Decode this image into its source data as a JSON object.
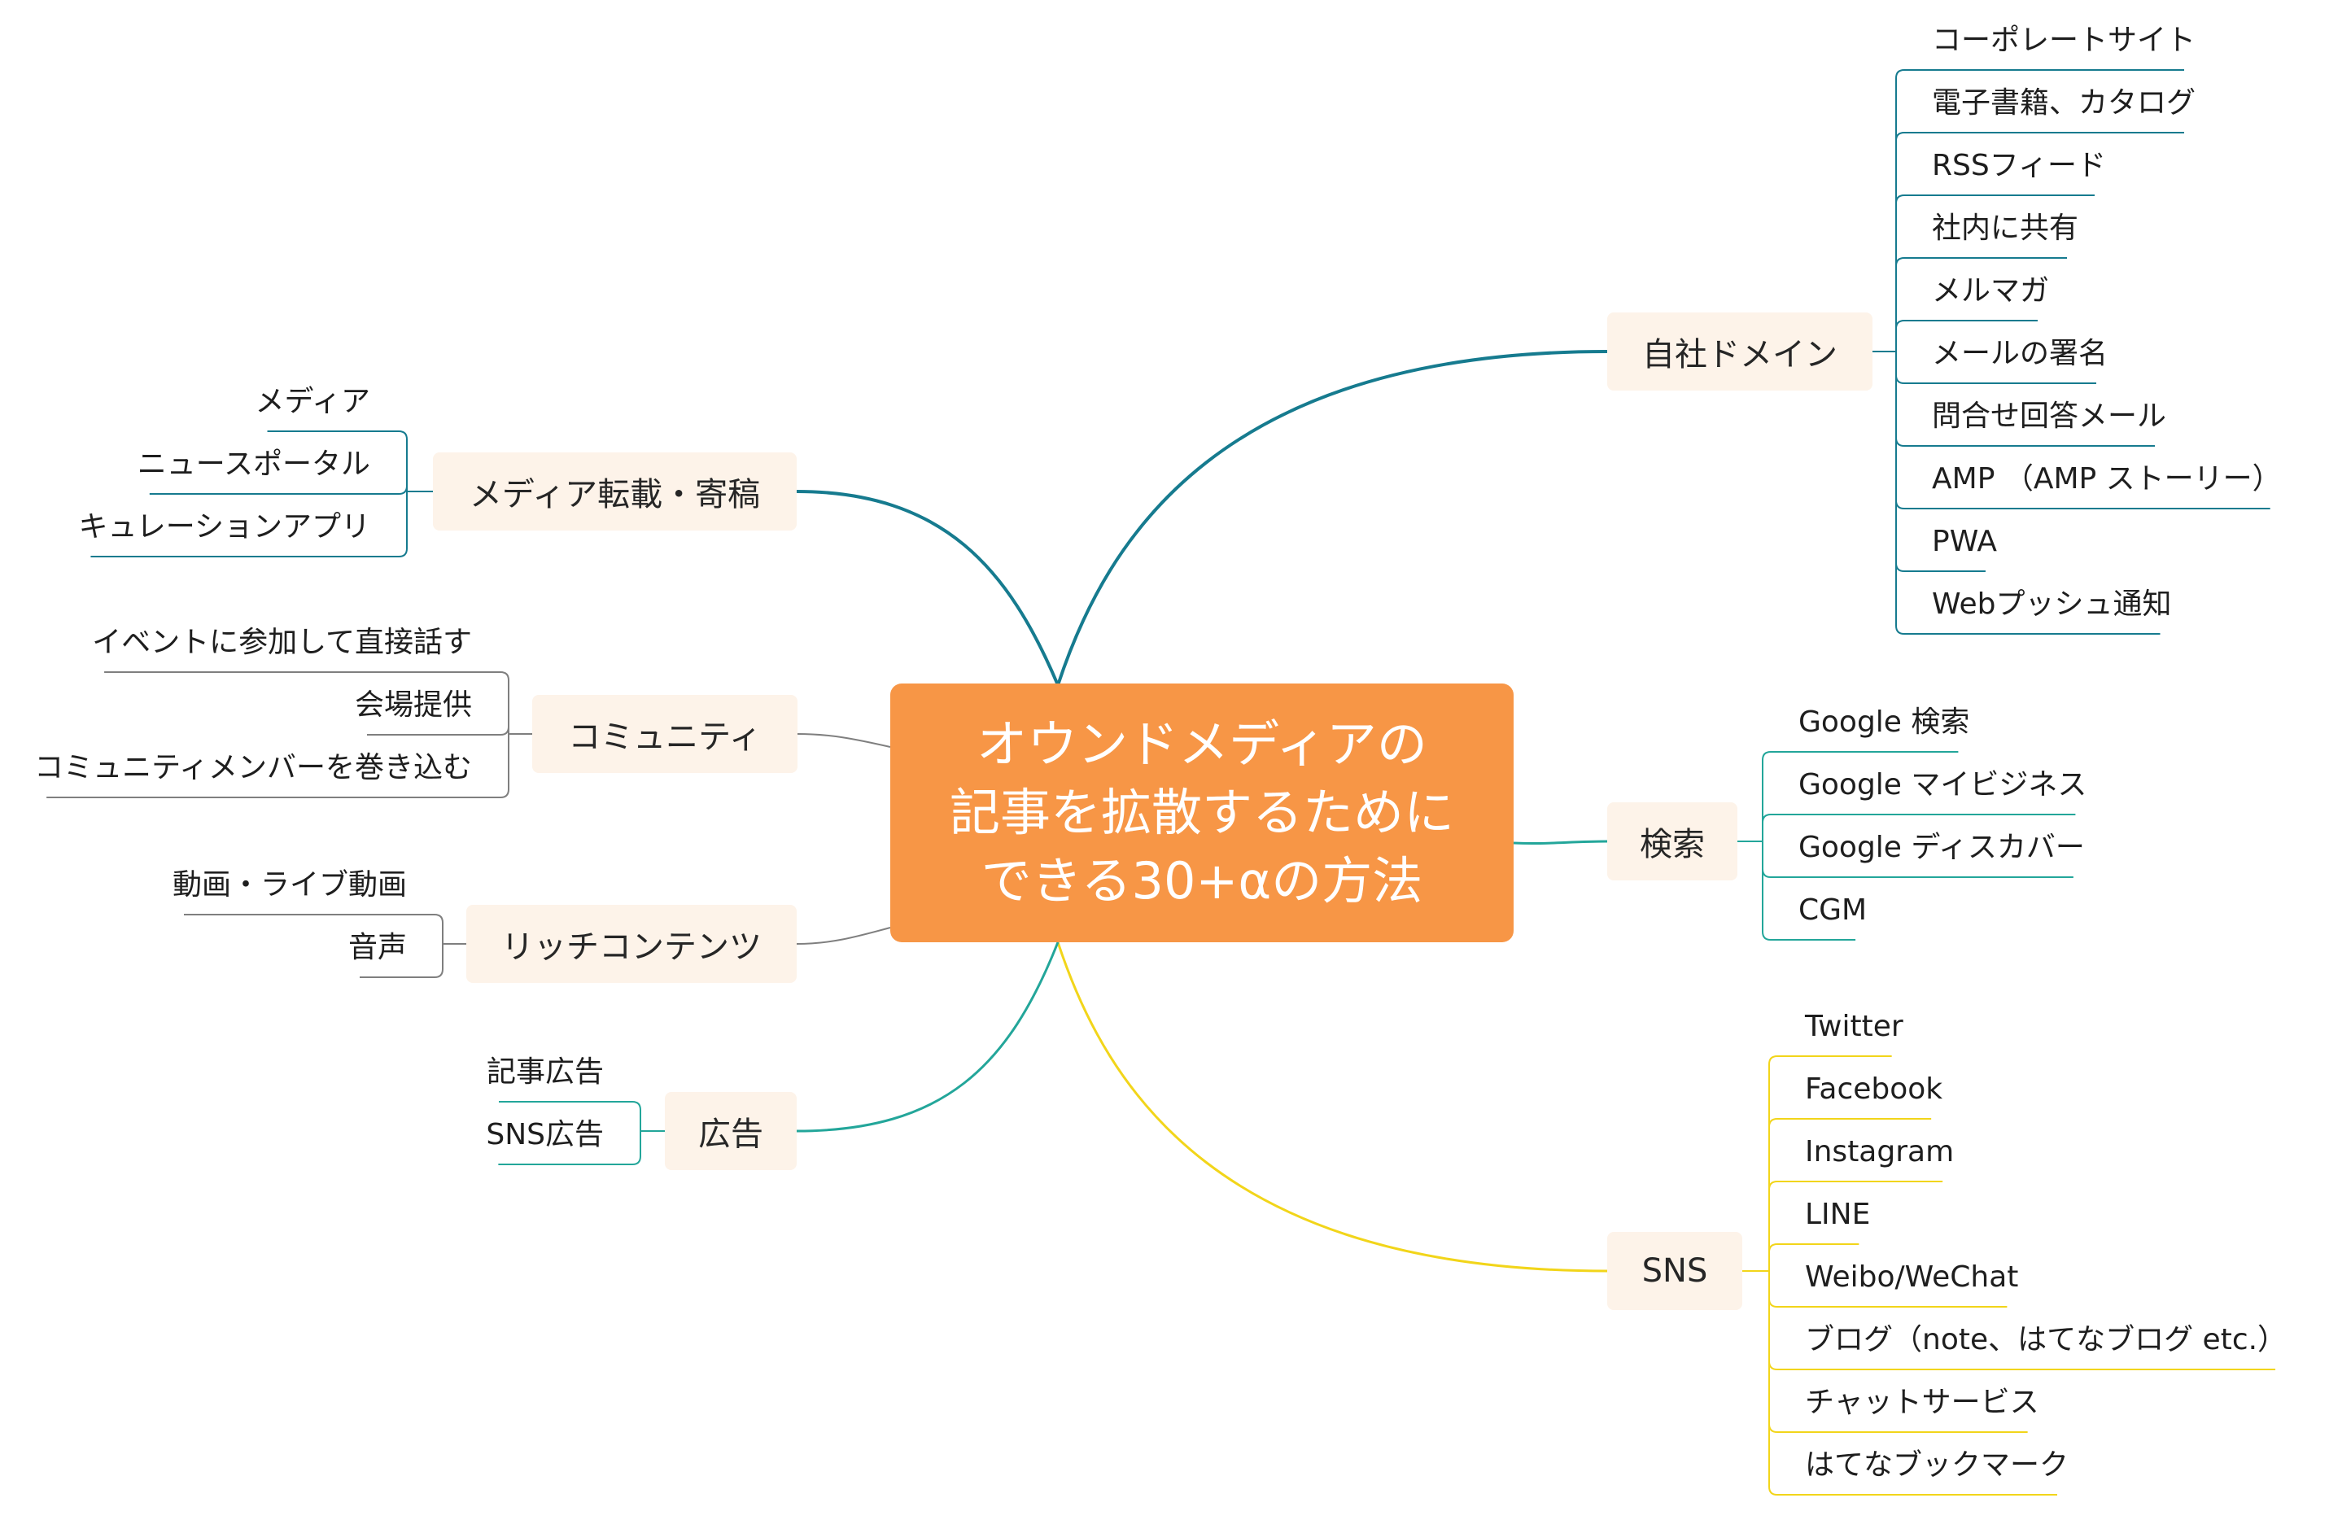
{
  "root": {
    "lines": [
      "オウンドメディアの",
      "記事を拡散するために",
      "できる30+αの方法"
    ],
    "color": "#f79646"
  },
  "branches": {
    "jisha": {
      "label": "自社ドメイン",
      "color": "#167b8f",
      "items": [
        "コーポレートサイト",
        "電子書籍、カタログ",
        "RSSフィード",
        "社内に共有",
        "メルマガ",
        "メールの署名",
        "問合せ回答メール",
        "AMP （AMP ストーリー）",
        "PWA",
        "Webプッシュ通知"
      ]
    },
    "kensaku": {
      "label": "検索",
      "color": "#23a69a",
      "items": [
        "Google 検索",
        "Google マイビジネス",
        "Google ディスカバー",
        "CGM"
      ]
    },
    "sns": {
      "label": "SNS",
      "color": "#f2d51a",
      "items": [
        "Twitter",
        "Facebook",
        "Instagram",
        "LINE",
        "Weibo/WeChat",
        "ブログ（note、はてなブログ etc.）",
        "チャットサービス",
        "はてなブックマーク"
      ]
    },
    "media": {
      "label": "メディア転載・寄稿",
      "color": "#167b8f",
      "items": [
        "メディア",
        "ニュースポータル",
        "キュレーションアプリ"
      ]
    },
    "community": {
      "label": "コミュニティ",
      "color": "#7f7f7f",
      "items": [
        "イベントに参加して直接話す",
        "会場提供",
        "コミュニティメンバーを巻き込む"
      ]
    },
    "rich": {
      "label": "リッチコンテンツ",
      "color": "#7f7f7f",
      "items": [
        "動画・ライブ動画",
        "音声"
      ]
    },
    "koukoku": {
      "label": "広告",
      "color": "#23a69a",
      "items": [
        "記事広告",
        "SNS広告"
      ]
    }
  }
}
